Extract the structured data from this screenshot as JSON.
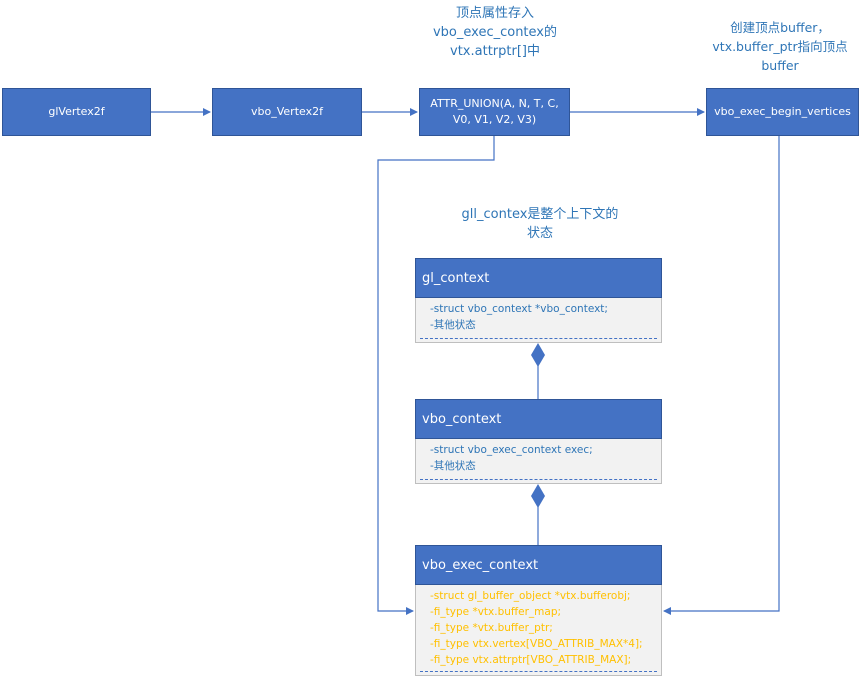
{
  "annotations": {
    "attr_store": [
      "顶点属性存入",
      "vbo_exec_contex的",
      "vtx.attrptr[]中"
    ],
    "create_buffer": [
      "创建顶点buffer，",
      "vtx.buffer_ptr指向顶点",
      "buffer"
    ],
    "gll_contex": [
      "gll_contex是整个上下文的",
      "状态"
    ]
  },
  "flow": {
    "glvertex2f": "glVertex2f",
    "vbo_vertex2f": "vbo_Vertex2f",
    "attr_union": [
      "ATTR_UNION(A, N, T, C,",
      "V0, V1, V2, V3)"
    ],
    "begin_vertices": "vbo_exec_begin_vertices"
  },
  "classes": {
    "gl_context": {
      "title": "gl_context",
      "fields": [
        "-struct vbo_context *vbo_context;",
        "-其他状态"
      ]
    },
    "vbo_context": {
      "title": "vbo_context",
      "fields": [
        "-struct vbo_exec_context exec;",
        "-其他状态"
      ]
    },
    "vbo_exec_context": {
      "title": "vbo_exec_context",
      "fields": [
        "-struct gl_buffer_object *vtx.bufferobj;",
        "-fi_type *vtx.buffer_map;",
        "-fi_type *vtx.buffer_ptr;",
        "-fi_type vtx.vertex[VBO_ATTRIB_MAX*4];",
        "-fi_type vtx.attrptr[VBO_ATTRIB_MAX];"
      ]
    }
  },
  "colors": {
    "box_fill": "#4472c4",
    "line": "#4472c4",
    "annotation_text": "#2e75b6",
    "highlight_text": "#ffc000"
  }
}
